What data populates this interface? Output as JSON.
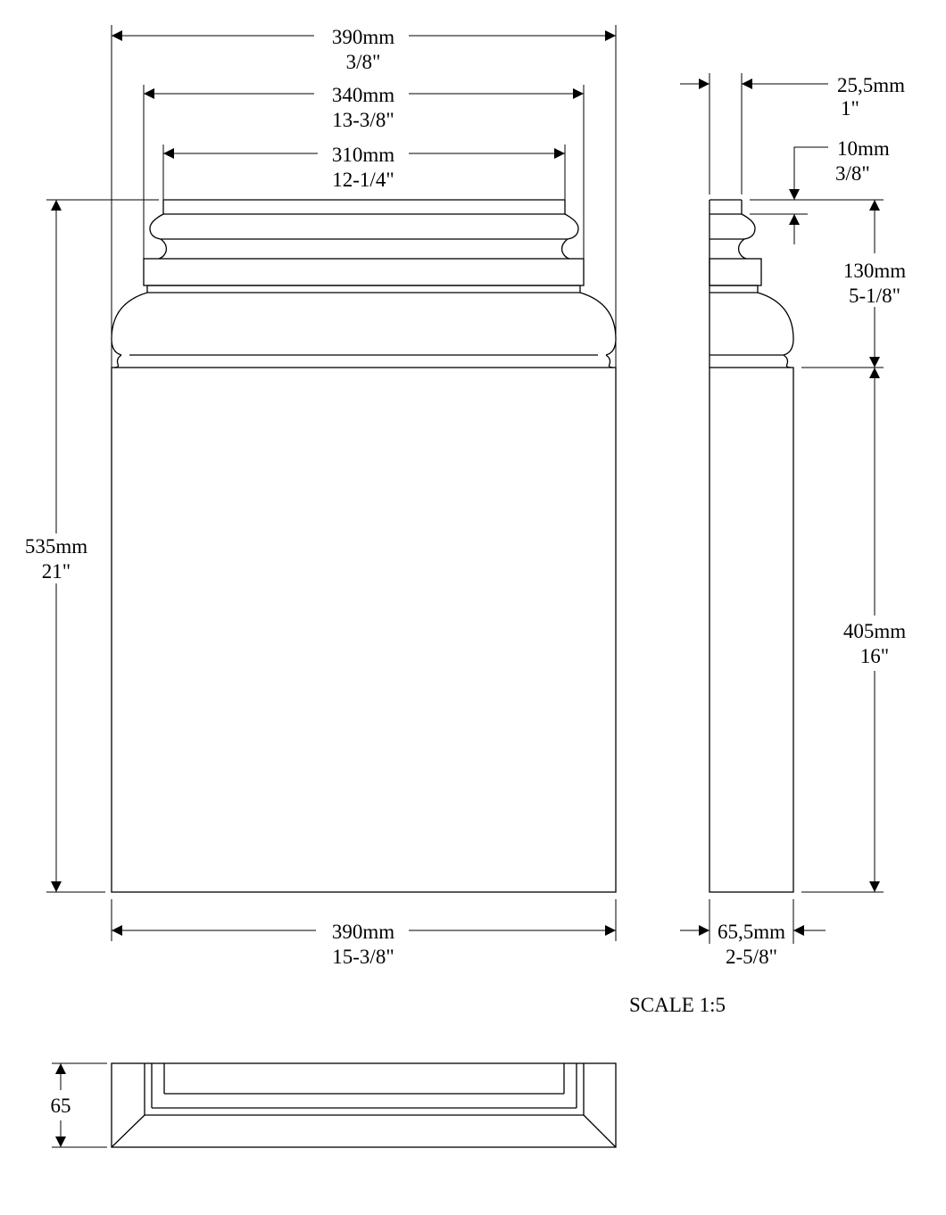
{
  "front_view": {
    "top_width": {
      "mm": "390mm",
      "in": "3/8\""
    },
    "mid_width": {
      "mm": "340mm",
      "in": "13-3/8\""
    },
    "inner_width": {
      "mm": "310mm",
      "in": "12-1/4\""
    },
    "total_height": {
      "mm": "535mm",
      "in": "21\""
    },
    "bottom_width": {
      "mm": "390mm",
      "in": "15-3/8\""
    }
  },
  "side_view": {
    "top_offset": {
      "mm": "25,5mm",
      "in": "1\""
    },
    "lip_height": {
      "mm": "10mm",
      "in": "3/8\""
    },
    "capital_height": {
      "mm": "130mm",
      "in": "5-1/8\""
    },
    "shaft_height": {
      "mm": "405mm",
      "in": "16\""
    },
    "depth": {
      "mm": "65,5mm",
      "in": "2-5/8\""
    }
  },
  "scale_label": "SCALE  1:5",
  "plan_view": {
    "height": "65"
  }
}
